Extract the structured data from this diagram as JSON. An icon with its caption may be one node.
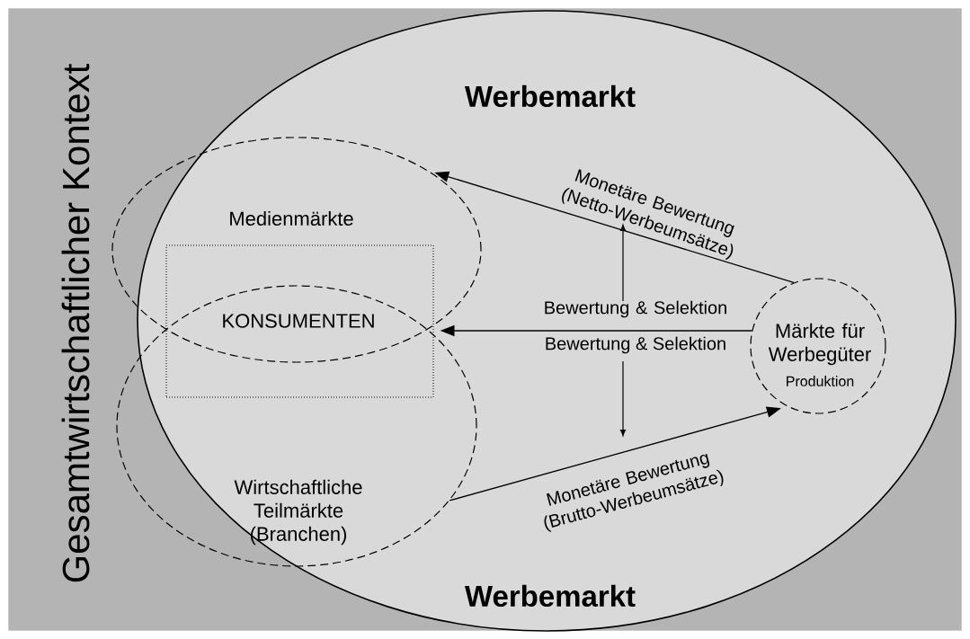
{
  "diagram": {
    "nodes": [
      {
        "text": [
          "Gesamtwirtschaftlicher Kontext"
        ]
      },
      {
        "text": [
          "Werbemarkt",
          "Werbemarkt"
        ],
        "in": 0
      },
      {
        "text": [
          "Medienmärkte"
        ],
        "in": 0
      },
      {
        "text": [
          "Wirtschaftliche Teilmärkte (Branchen)"
        ],
        "in": 0
      },
      {
        "text": [
          "KONSUMENTEN"
        ],
        "in": 1
      },
      {
        "text": [
          "Märkte für Werbegüter",
          "Produktion"
        ],
        "in": 1
      }
    ],
    "edges": [
      {
        "from": 5,
        "to": 2,
        "arrow": "to",
        "label": "Monetäre Bewertung (Netto-Werbeumsätze)"
      },
      {
        "from": 5,
        "to": 4,
        "arrow": "to",
        "label": "Bewertung & Selektion"
      },
      {
        "from": 3,
        "to": 5,
        "arrow": "to",
        "label": "Monetäre Bewertung (Brutto-Werbeumsätze)"
      }
    ],
    "labels": [
      "Bewertung & Selektion"
    ]
  }
}
